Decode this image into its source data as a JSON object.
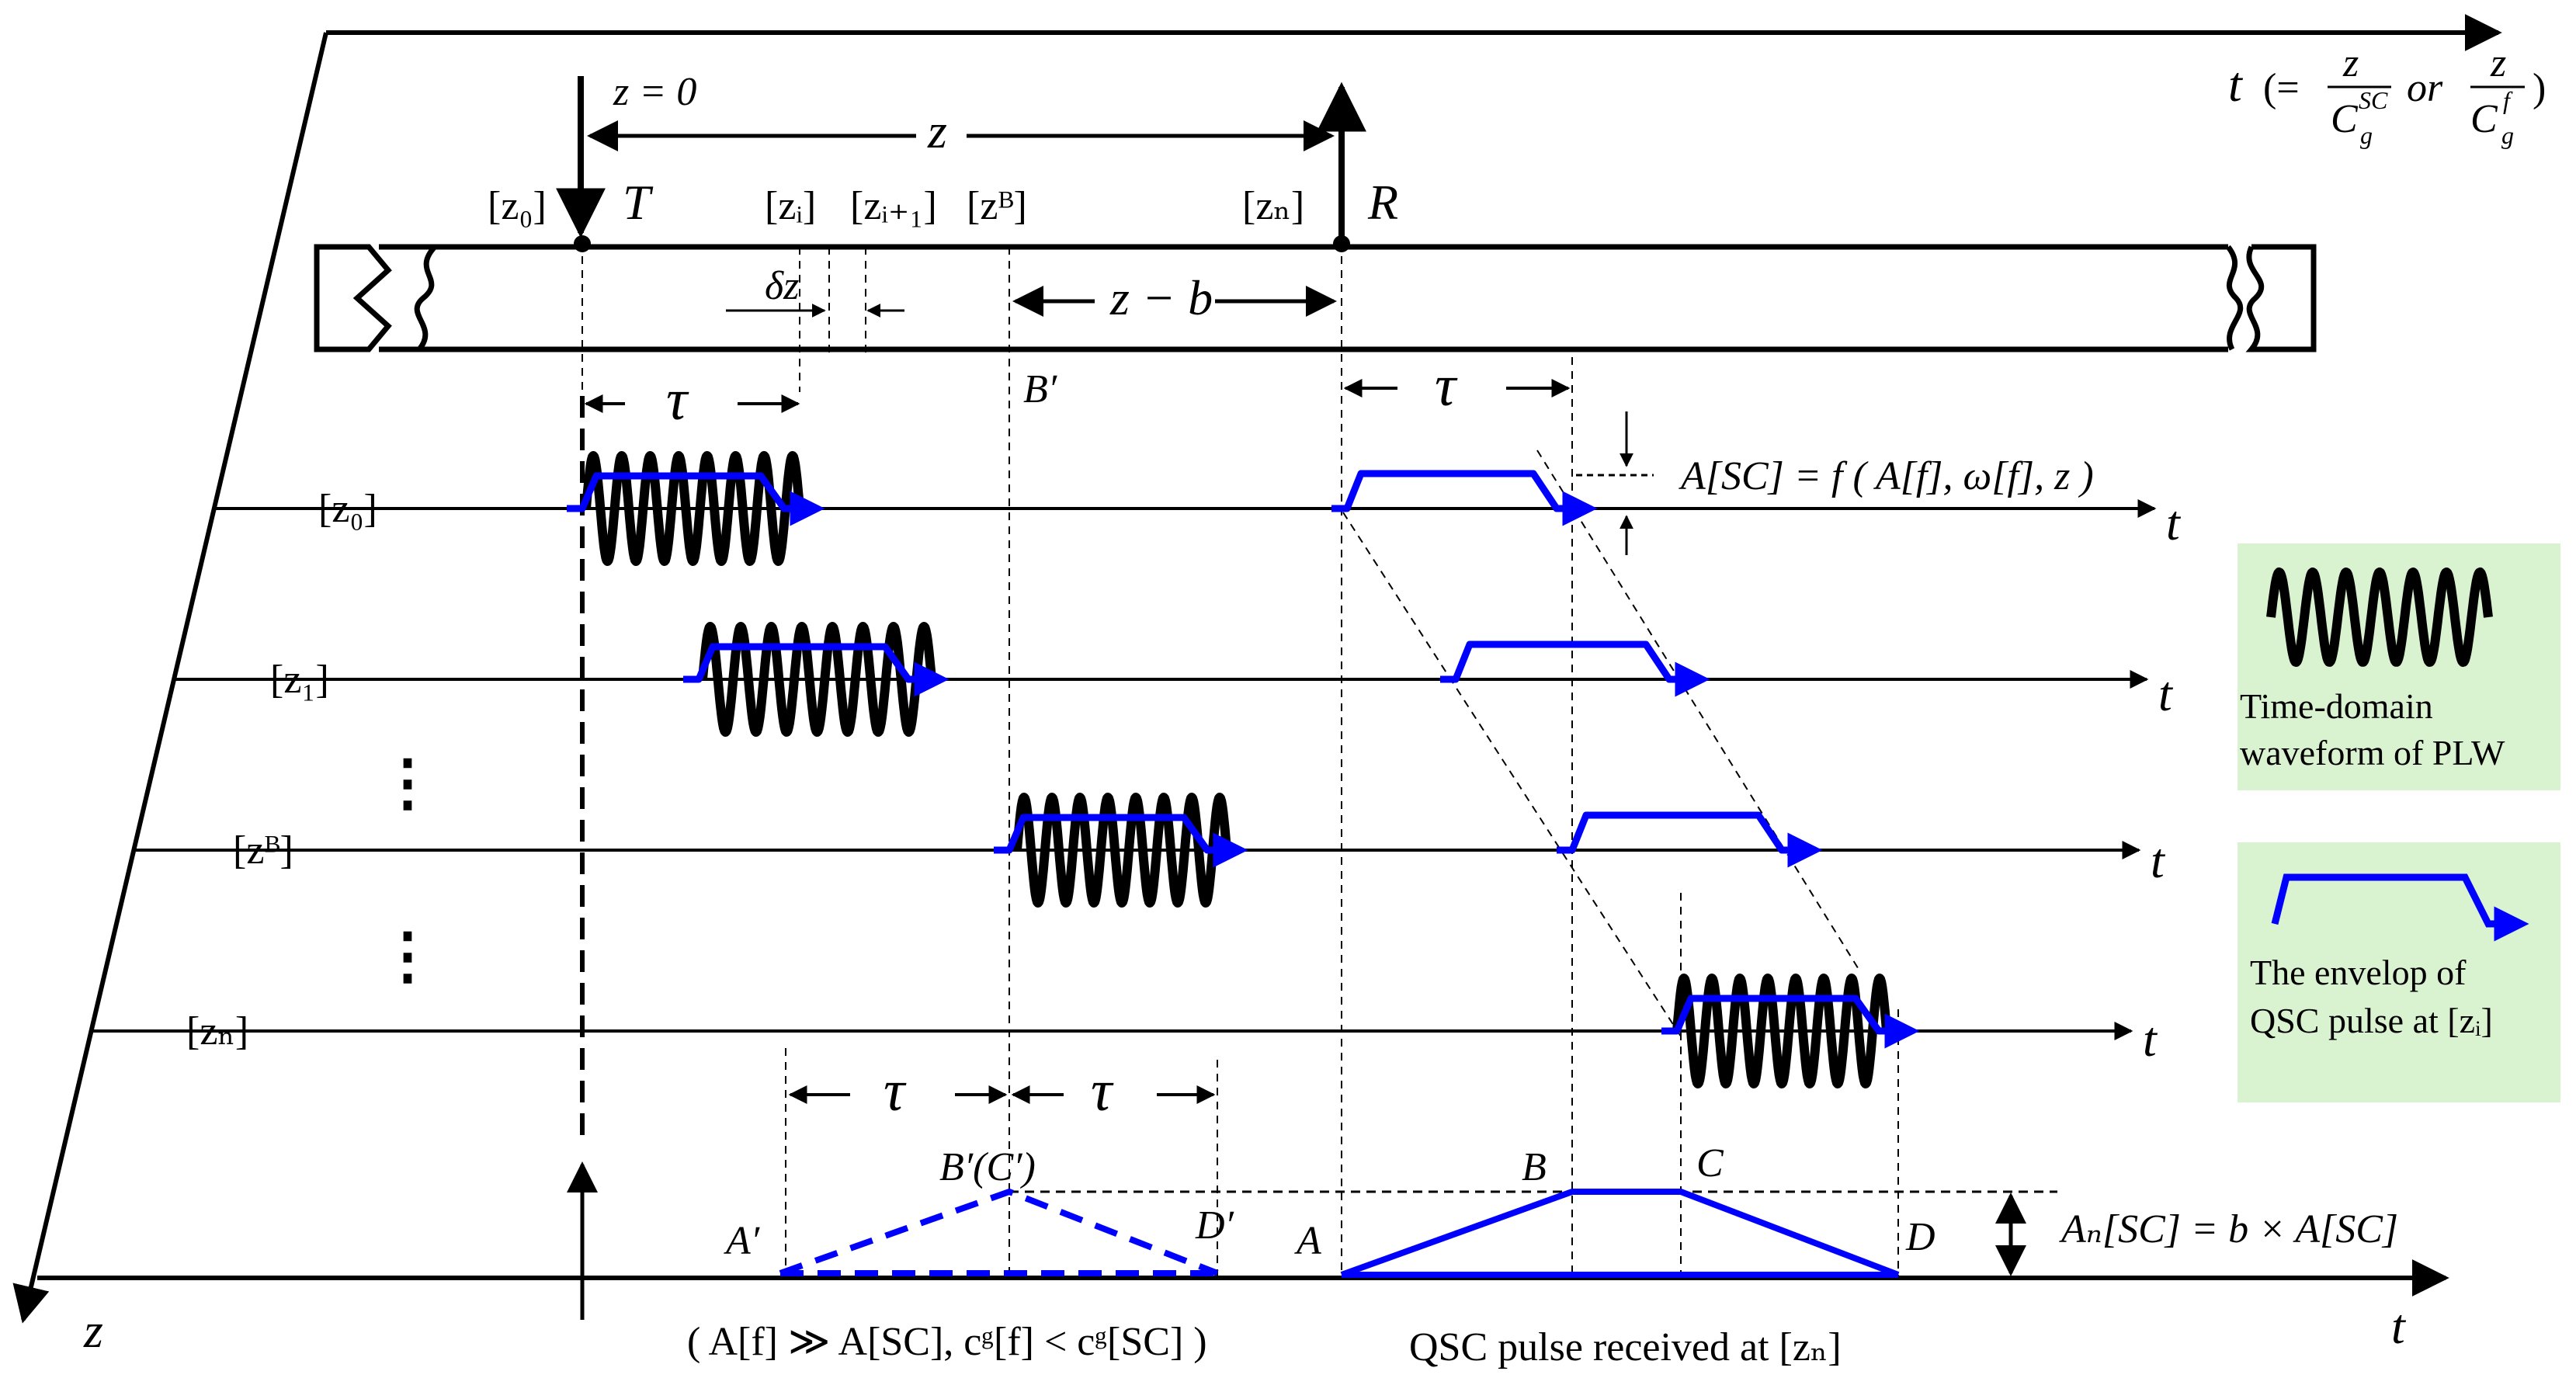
{
  "time_axis": {
    "label_t": "t",
    "definition": "(=",
    "z": "z",
    "Cg": "C",
    "sub_g": "g",
    "sup_sc": "SC",
    "sup_f": "f",
    "or": "or",
    "close": ")"
  },
  "z_axis_label": "z",
  "transmitter": {
    "z0_label": "z = 0",
    "T": "T",
    "node": "[z₀]"
  },
  "receiver": {
    "R": "R",
    "node": "[zₙ]"
  },
  "z_span_label": "z",
  "waveguide_nodes": {
    "zi": "[zᵢ]",
    "zi1": "[zᵢ₊₁]",
    "zB": "[zᴮ]",
    "dz": "δz",
    "zminusb": "z − b"
  },
  "tau": "τ",
  "Bprime_label": "B′",
  "amplitude_relation": "A[SC] = f ( A[f], ω[f], z )",
  "rows": [
    {
      "label": "[z₀]",
      "t": "t"
    },
    {
      "label": "[z₁]",
      "t": "t"
    },
    {
      "label": "[zᴮ]",
      "t": "t"
    },
    {
      "label": "[zₙ]",
      "t": "t"
    }
  ],
  "ellipsis": "⋮",
  "bottom": {
    "Aprime": "A′",
    "BCprime": "B′(C′)",
    "Dprime": "D′",
    "A": "A",
    "B": "B",
    "C": "C",
    "D": "D",
    "AN_relation": "Aₙ[SC] = b × A[SC]",
    "condition": "( A[f] ≫ A[SC], cᵍ[f] < cᵍ[SC] )",
    "received": "QSC pulse received at [zₙ]",
    "t": "t"
  },
  "legend": {
    "plw_line1": "Time-domain",
    "plw_line2": "waveform of PLW",
    "qsc_line1": "The envelop of",
    "qsc_line2": "QSC pulse at [zᵢ]",
    "bg_color": "#d9f2d0",
    "envelope_color": "#0000ff",
    "wave_color": "#000000"
  }
}
